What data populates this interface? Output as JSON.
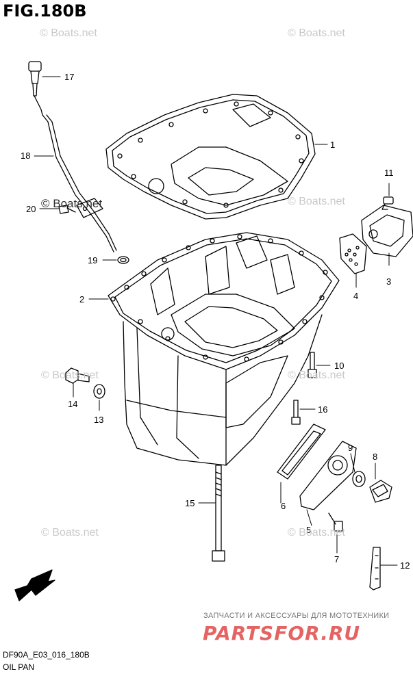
{
  "figure": {
    "title": "FIG.180B",
    "code": "DF90A_E03_016_180B",
    "caption": "OIL PAN"
  },
  "callouts": [
    "1",
    "2",
    "3",
    "4",
    "5",
    "6",
    "7",
    "8",
    "9",
    "10",
    "11",
    "12",
    "13",
    "14",
    "15",
    "16",
    "17",
    "18",
    "19",
    "20"
  ],
  "watermark": {
    "text": "© Boats.net"
  },
  "shop": {
    "subtitle": "ЗАПЧАСТИ И АКСЕССУАРЫ ДЛЯ МОТОТЕХНИКИ",
    "logo": "PARTSFOR.RU",
    "color": "#e04a4a"
  },
  "fwd_arrow": {
    "label": "FWD"
  }
}
